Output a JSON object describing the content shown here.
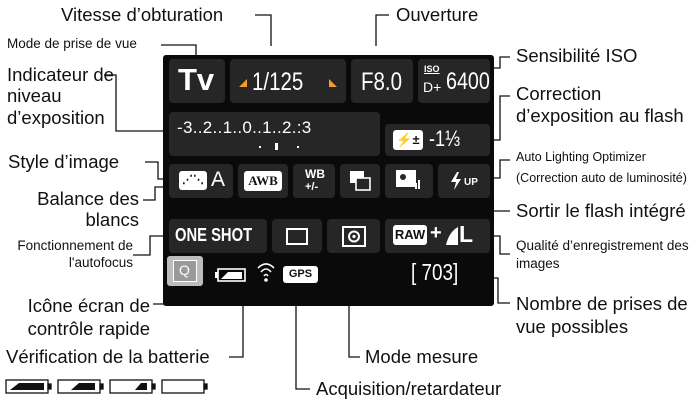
{
  "labels": {
    "shutter_speed": "Vitesse d’obturation",
    "aperture": "Ouverture",
    "shooting_mode": "Mode de prise de vue",
    "iso": "Sensibilité ISO",
    "exposure_level": "Indicateur de niveau d’exposition",
    "flash_exposure_comp": "Correction d’exposition au flash",
    "picture_style": "Style d’image",
    "alo_line1": "Auto Lighting Optimizer",
    "alo_line2": "(Correction auto de luminosité)",
    "white_balance": "Balance des blancs",
    "flash_popup": "Sortir le flash intégré",
    "af_operation": "Fonctionnement de l'autofocus",
    "image_quality": "Qualité d’enregistrement des images",
    "quick_control_icon": "Icône écran de contrôle rapide",
    "shots_remaining": "Nombre de prises de vue possibles",
    "metering_mode": "Mode mesure",
    "battery_check": "Vérification de la batterie",
    "drive_mode": "Acquisition/retardateur"
  },
  "screen": {
    "mode": "Tv",
    "shutter": "1/125",
    "aperture": "F8.0",
    "iso_top": "ISO",
    "iso_bottom": "D+",
    "iso_value": "6400",
    "exposure_scale": "-3..2..1..0..1..2.:3",
    "flash_comp_value": "-1⅓",
    "picture_style_value": "A",
    "white_balance_value": "AWB",
    "wb_shift_top": "WB",
    "wb_shift_bottom": "+/-",
    "flash_up": "UP",
    "af_mode": "ONE SHOT",
    "quality_raw": "RAW",
    "quality_plus": "+",
    "quality_size": "L",
    "quick_q": "Q",
    "gps": "GPS",
    "shots": "[ 703]"
  },
  "colors": {
    "panel": "#0a0a0a",
    "cell": "#262626",
    "arrow_orange": "#f39a2b"
  }
}
